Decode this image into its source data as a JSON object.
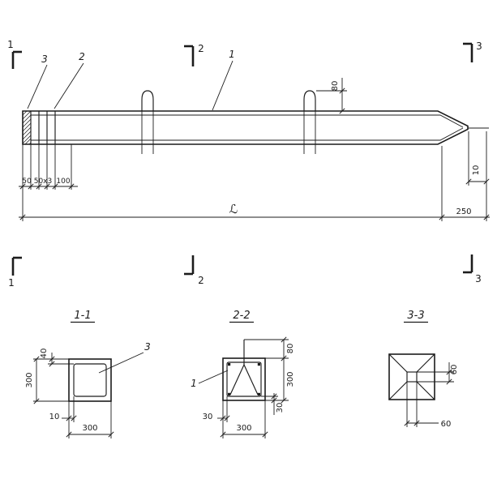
{
  "colors": {
    "background": "#ffffff",
    "ink": "#1c1c1c"
  },
  "elevation": {
    "cut_marks": {
      "m1": "1",
      "m2": "2",
      "m3": "3"
    },
    "part_labels": {
      "l1": "1",
      "l2": "2",
      "l3": "3"
    },
    "dims": {
      "loop_height": "80",
      "spacing_first": "50",
      "spacing_series": "50x3",
      "spacing_last": "100",
      "tip_offset": "10",
      "total_length": "ℒ",
      "tip_length": "250"
    }
  },
  "sections": {
    "s1": {
      "title": "1-1",
      "part_label": "3",
      "dim_top_wall": "40",
      "dim_side": "300",
      "dim_bottom_wall": "10",
      "dim_width": "300"
    },
    "s2": {
      "title": "2-2",
      "part_label": "1",
      "dim_loop_height": "80",
      "dim_side": "300",
      "dim_cover_left": "30",
      "dim_width": "300",
      "dim_cover_bottom": "30"
    },
    "s3": {
      "title": "3-3",
      "dim_core_right": "60",
      "dim_core_bottom": "60"
    }
  }
}
